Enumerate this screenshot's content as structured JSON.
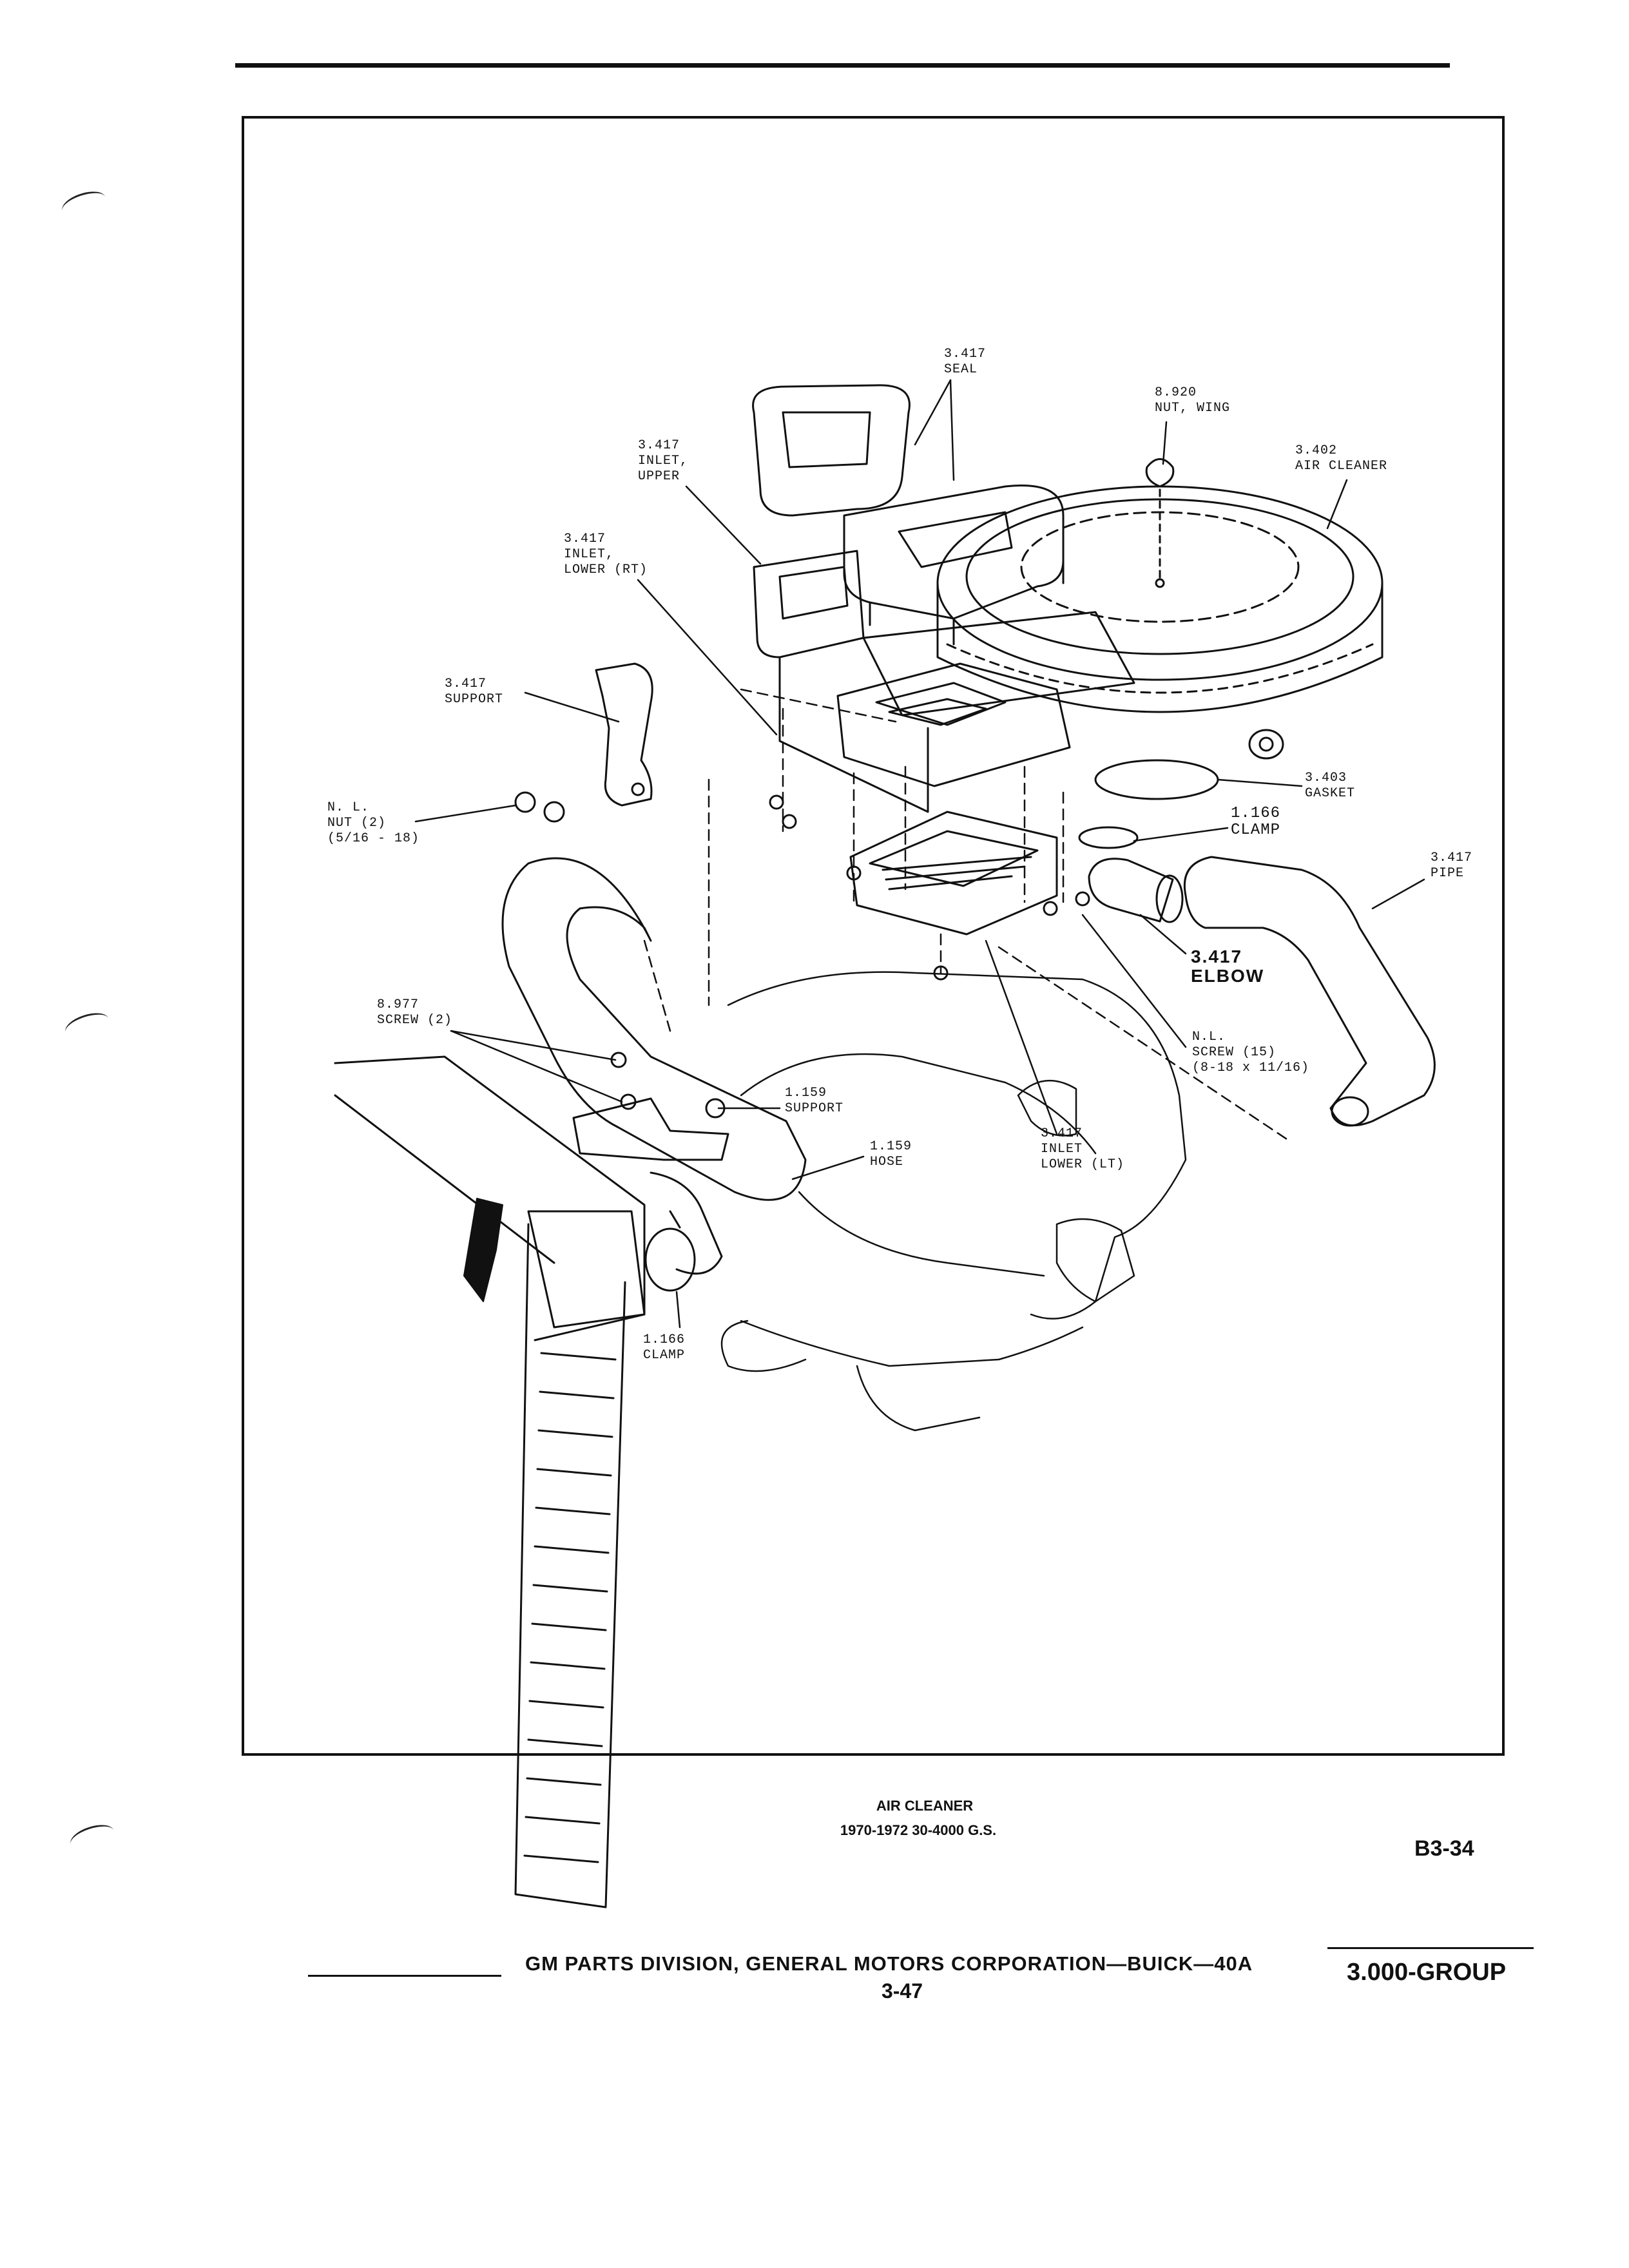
{
  "callouts": {
    "seal": [
      "3.417",
      "SEAL"
    ],
    "nut_wing": [
      "8.920",
      "NUT, WING"
    ],
    "air_cleaner": [
      "3.402",
      "AIR CLEANER"
    ],
    "inlet_upper": [
      "3.417",
      "INLET,",
      "UPPER"
    ],
    "inlet_lower_rt": [
      "3.417",
      "INLET,",
      "LOWER (RT)"
    ],
    "support_3417": [
      "3.417",
      "SUPPORT"
    ],
    "nut_nl": [
      "N. L.",
      "NUT (2)",
      "(5/16 - 18)"
    ],
    "gasket": [
      "3.403",
      "GASKET"
    ],
    "clamp_upper": [
      "1.166",
      "CLAMP"
    ],
    "pipe": [
      "3.417",
      "PIPE"
    ],
    "elbow": [
      "3.417",
      "ELBOW"
    ],
    "screw_8977": [
      "8.977",
      "SCREW (2)"
    ],
    "screw_nl": [
      "N.L.",
      "SCREW (15)",
      "(8-18 x 11/16)"
    ],
    "support_1159": [
      "1.159",
      "SUPPORT"
    ],
    "hose": [
      "1.159",
      "HOSE"
    ],
    "inlet_lower_lt": [
      "3.417",
      "INLET",
      "LOWER (LT)"
    ],
    "clamp_lower": [
      "1.166",
      "CLAMP"
    ]
  },
  "caption": {
    "title": "AIR CLEANER",
    "subtitle": "1970-1972 30-4000 G.S."
  },
  "page_code": "B3-34",
  "footer": {
    "division": "GM PARTS DIVISION, GENERAL MOTORS CORPORATION—BUICK—40A",
    "page_number": "3-47",
    "group": "3.000-GROUP"
  }
}
